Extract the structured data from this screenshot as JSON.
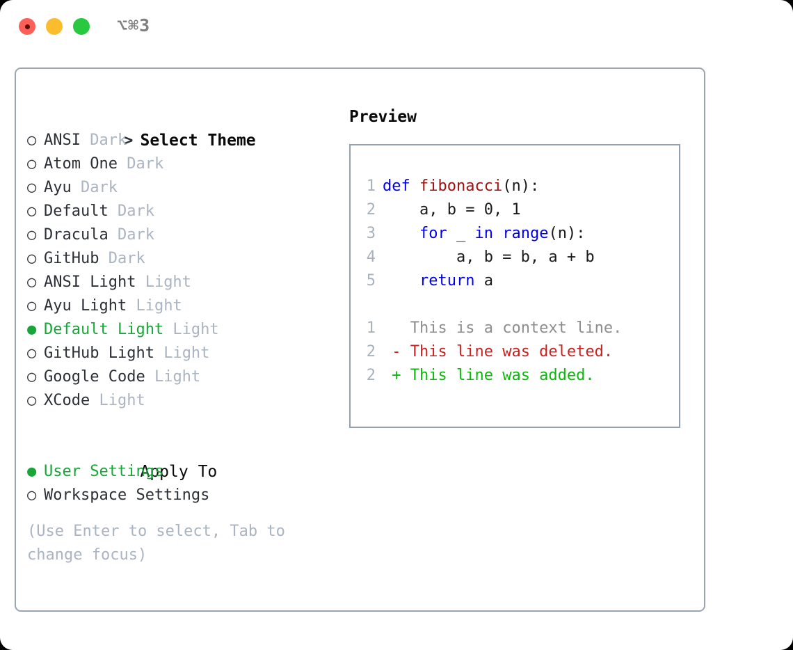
{
  "window": {
    "title": "⌥⌘3",
    "traffic_lights": [
      "close-red",
      "minimize-yellow",
      "zoom-green"
    ]
  },
  "colors": {
    "selected_green": "#17a637",
    "muted_gray": "#aab4c2",
    "keyword_blue": "#0000ee",
    "function_red": "#a01010",
    "diff_deleted_red": "#cc2020",
    "diff_added_green": "#09bb09",
    "panel_border": "#9aa5b4"
  },
  "theme_picker": {
    "header_marker": ">",
    "header": "Select Theme",
    "selected_marker": "●",
    "unselected_marker": "○",
    "items": [
      {
        "name": "ANSI",
        "mode": "Dark",
        "selected": false
      },
      {
        "name": "Atom One",
        "mode": "Dark",
        "selected": false
      },
      {
        "name": "Ayu",
        "mode": "Dark",
        "selected": false
      },
      {
        "name": "Default",
        "mode": "Dark",
        "selected": false
      },
      {
        "name": "Dracula",
        "mode": "Dark",
        "selected": false
      },
      {
        "name": "GitHub",
        "mode": "Dark",
        "selected": false
      },
      {
        "name": "ANSI Light",
        "mode": "Light",
        "selected": false
      },
      {
        "name": "Ayu Light",
        "mode": "Light",
        "selected": false
      },
      {
        "name": "Default Light",
        "mode": "Light",
        "selected": true
      },
      {
        "name": "GitHub Light",
        "mode": "Light",
        "selected": false
      },
      {
        "name": "Google Code",
        "mode": "Light",
        "selected": false
      },
      {
        "name": "XCode",
        "mode": "Light",
        "selected": false
      }
    ]
  },
  "apply_to": {
    "header": "Apply To",
    "items": [
      {
        "name": "User Settings",
        "selected": true
      },
      {
        "name": "Workspace Settings",
        "selected": false
      }
    ]
  },
  "hint": "(Use Enter to select, Tab to change focus)",
  "preview": {
    "title": "Preview",
    "code_lines": [
      {
        "no": "1",
        "tokens": [
          {
            "t": "def ",
            "c": "kw"
          },
          {
            "t": "fibonacci",
            "c": "fn"
          },
          {
            "t": "(n):",
            "c": "plain"
          }
        ]
      },
      {
        "no": "2",
        "tokens": [
          {
            "t": "    a, b = 0, 1",
            "c": "plain"
          }
        ]
      },
      {
        "no": "3",
        "tokens": [
          {
            "t": "    ",
            "c": "plain"
          },
          {
            "t": "for",
            "c": "kw"
          },
          {
            "t": " _ ",
            "c": "plain"
          },
          {
            "t": "in range",
            "c": "kw"
          },
          {
            "t": "(n):",
            "c": "plain"
          }
        ]
      },
      {
        "no": "4",
        "tokens": [
          {
            "t": "        a, b = b, a + b",
            "c": "plain"
          }
        ]
      },
      {
        "no": "5",
        "tokens": [
          {
            "t": "    ",
            "c": "plain"
          },
          {
            "t": "return",
            "c": "kw"
          },
          {
            "t": " a",
            "c": "plain"
          }
        ]
      }
    ],
    "diff_lines": [
      {
        "no": "1",
        "sign": " ",
        "text": "This is a context line.",
        "c": "ctx"
      },
      {
        "no": "2",
        "sign": "-",
        "text": "This line was deleted.",
        "c": "del"
      },
      {
        "no": "2",
        "sign": "+",
        "text": "This line was added.",
        "c": "add"
      }
    ]
  }
}
